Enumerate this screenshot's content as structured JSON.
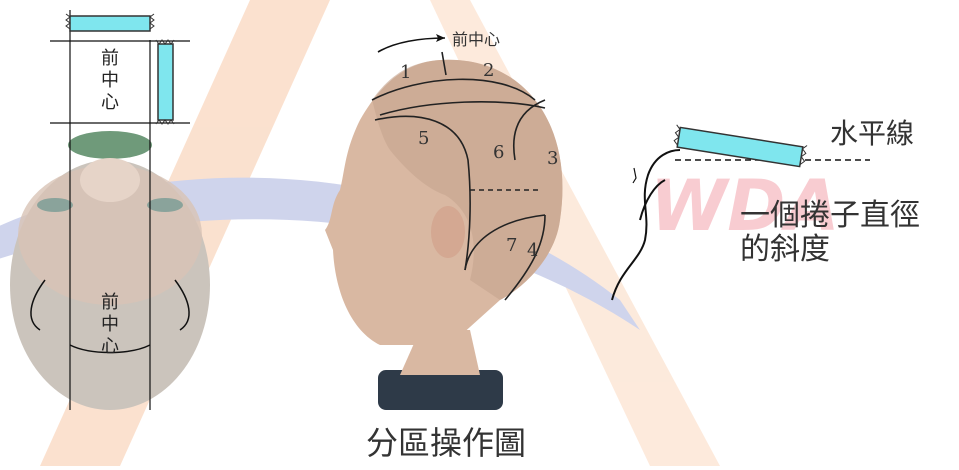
{
  "labels": {
    "top_front_center_upper": "前中心",
    "top_front_center_lower": "前中心",
    "arrow_front_center": "前中心",
    "horizontal_line": "水平線",
    "roller_slope_line1": "一個捲子直徑",
    "roller_slope_line2": "的斜度",
    "caption": "分區操作圖"
  },
  "zones": [
    "1",
    "2",
    "3",
    "4",
    "5",
    "6",
    "7"
  ],
  "watermark": "WDA",
  "colors": {
    "roller": "#7fe6ee",
    "roller_stroke": "#333333",
    "skin": "#d9b8a2",
    "skin_gray": "#c9c2bb",
    "watermark_orange": "#f7c9a8",
    "watermark_blue": "#9aa6d6",
    "watermark_pink": "#f3a3ad",
    "line": "#111111"
  }
}
